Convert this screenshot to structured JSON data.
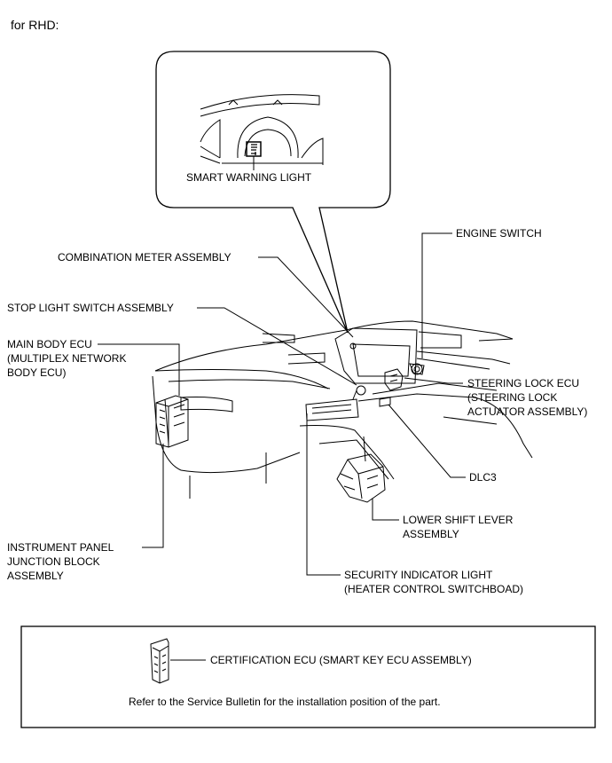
{
  "header": {
    "text": "for RHD:"
  },
  "callout": {
    "smart_warning_light": "SMART WARNING LIGHT"
  },
  "labels": {
    "engine_switch": "ENGINE SWITCH",
    "combination_meter": "COMBINATION METER ASSEMBLY",
    "stop_light_switch": "STOP LIGHT SWITCH ASSEMBLY",
    "main_body_ecu": [
      "MAIN BODY ECU",
      "(MULTIPLEX NETWORK",
      "BODY ECU)"
    ],
    "steering_lock_ecu": [
      "STEERING LOCK ECU",
      "(STEERING LOCK",
      "ACTUATOR ASSEMBLY)"
    ],
    "dlc3": "DLC3",
    "lower_shift_lever": [
      "LOWER SHIFT LEVER",
      "ASSEMBLY"
    ],
    "instrument_panel_jb": [
      "INSTRUMENT PANEL",
      "JUNCTION BLOCK",
      "ASSEMBLY"
    ],
    "security_indicator": [
      "SECURITY INDICATOR LIGHT",
      "(HEATER CONTROL SWITCHBOAD)"
    ]
  },
  "note_box": {
    "certification_ecu": "CERTIFICATION ECU (SMART KEY ECU ASSEMBLY)",
    "refer_text": "Refer to the Service Bulletin for the installation position of the part."
  },
  "icons": {
    "warning_light": "smart-key-warning-icon",
    "certification_ecu": "ecu-module-icon"
  }
}
